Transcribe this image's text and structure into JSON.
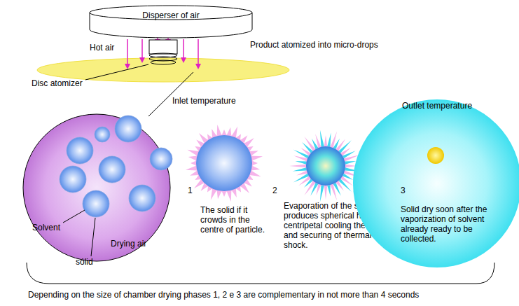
{
  "diagram": {
    "caption": "Depending on the size of chamber drying phases 1, 2 e 3 are complementary in not more than 4 seconds",
    "nodes": [
      {
        "text": [
          "Disperser of air"
        ]
      },
      {
        "text": [
          "Outlet temperature",
          "3",
          "Solid dry soon after the vaporization of solvent already ready to be collected."
        ]
      }
    ],
    "labels": [
      "Hot air",
      "Product atomized into micro-drops",
      "Disc atomizer",
      "Inlet temperature",
      "1",
      "The solid if it crowds in the centre of particle.",
      "2",
      "Evaporation of the solvent produces spherical heat centripetal cooling the solid and securing of thermal shock.",
      "Solvent",
      "Drying air",
      "sólid"
    ]
  }
}
